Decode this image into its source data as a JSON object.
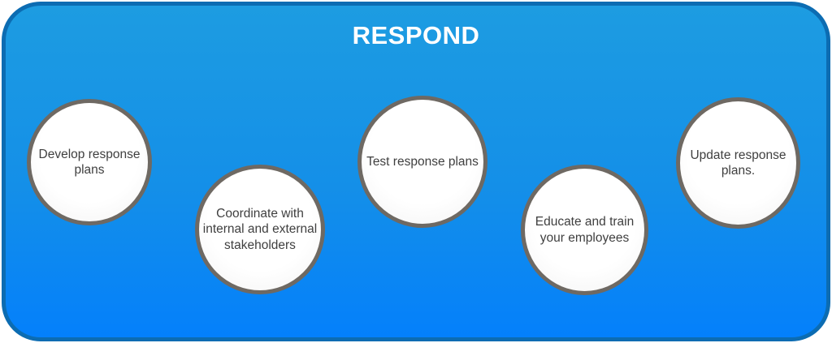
{
  "diagram": {
    "title": "RESPOND",
    "colors": {
      "panel_gradient_top": "#1d9ce1",
      "panel_gradient_bottom": "#0480fb",
      "panel_border": "#0c6cb2",
      "circle_fill": "#ffffff",
      "circle_border": "#6e6963",
      "circle_text": "#3f3f3f",
      "title_text": "#ffffff"
    },
    "circles": [
      {
        "label": "Develop response plans"
      },
      {
        "label": "Coordinate with internal and external stakeholders"
      },
      {
        "label": "Test response plans"
      },
      {
        "label": "Educate and train your employees"
      },
      {
        "label": "Update response plans."
      }
    ]
  }
}
